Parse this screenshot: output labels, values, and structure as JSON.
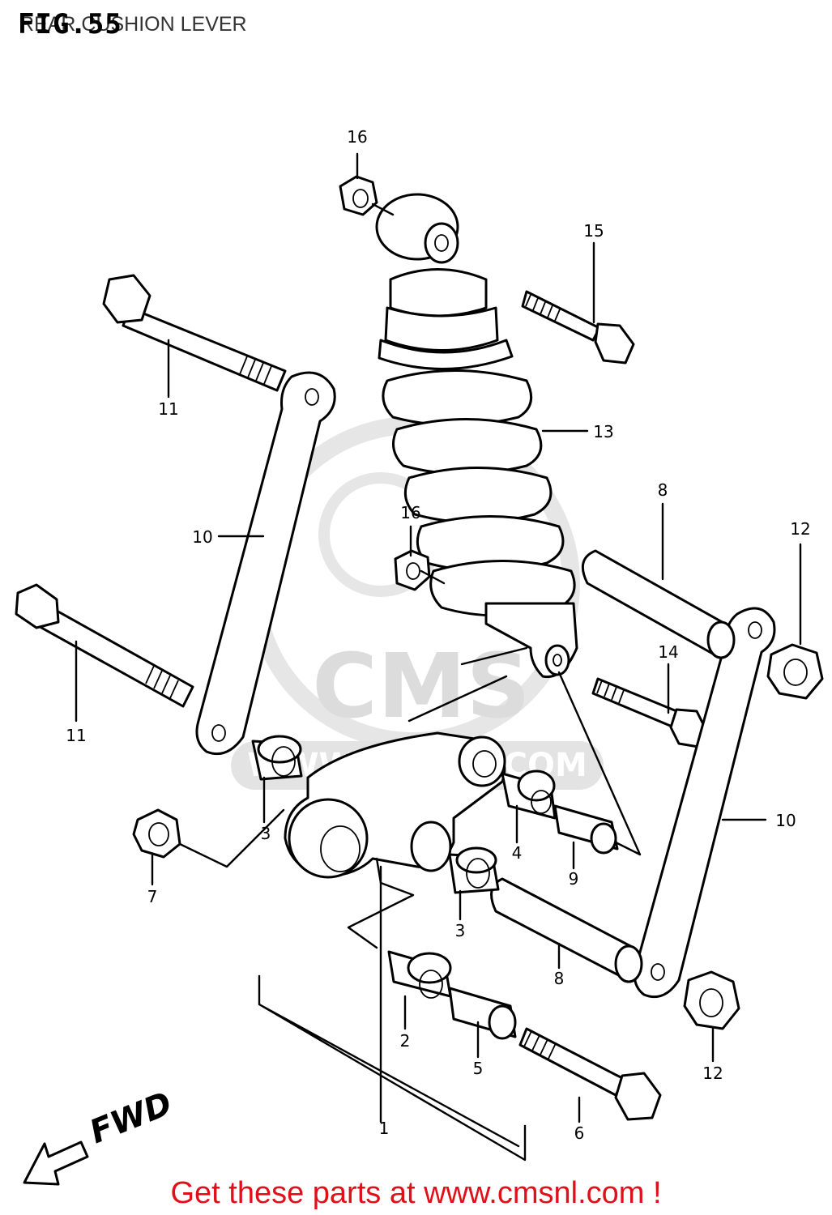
{
  "figure": {
    "number": "FIG.55",
    "title": "REAR CUSHION LEVER"
  },
  "watermark": {
    "brand": "CMS",
    "url": "WWW.CMSNL.COM"
  },
  "direction_label": "FWD",
  "callouts": {
    "c1": "1",
    "c2": "2",
    "c3a": "3",
    "c3b": "3",
    "c4": "4",
    "c5": "5",
    "c6": "6",
    "c7": "7",
    "c8a": "8",
    "c8b": "8",
    "c9": "9",
    "c10a": "10",
    "c10b": "10",
    "c11a": "11",
    "c11b": "11",
    "c12a": "12",
    "c12b": "12",
    "c13": "13",
    "c14": "14",
    "c15": "15",
    "c16a": "16",
    "c16b": "16"
  },
  "footer": {
    "text": "Get these parts at www.cmsnl.com !"
  },
  "colors": {
    "footer_text": "#e0101a",
    "line_art": "#000000",
    "watermark": "#dcdcdc"
  }
}
